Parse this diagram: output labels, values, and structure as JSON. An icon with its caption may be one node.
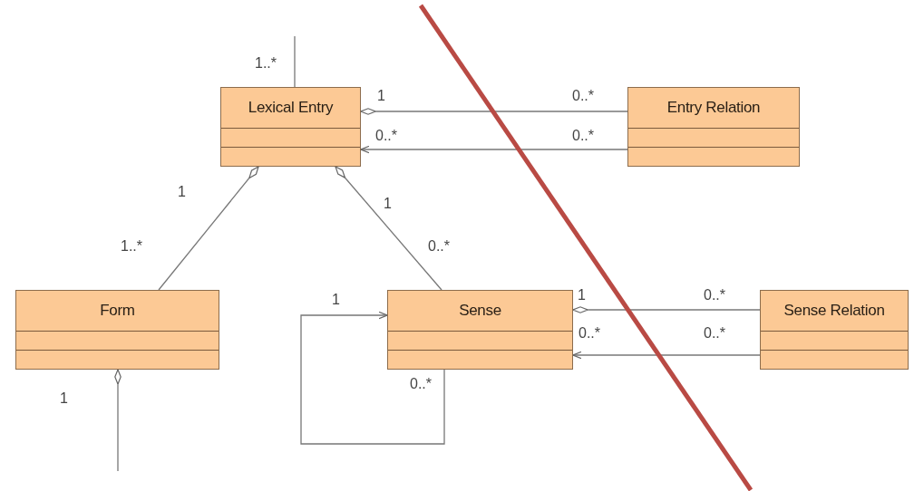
{
  "diagram": {
    "nodes": [
      {
        "text": [
          "Lexical Entry"
        ]
      },
      {
        "text": [
          "Entry Relation"
        ]
      },
      {
        "text": [
          "Form"
        ]
      },
      {
        "text": [
          "Sense"
        ]
      },
      {
        "text": [
          "Sense Relation"
        ]
      }
    ],
    "edges": [
      {
        "from": null,
        "to": 0,
        "arrow": "none"
      },
      {
        "from": 1,
        "to": 0,
        "arrow": "other"
      },
      {
        "from": 1,
        "to": 0,
        "arrow": "to"
      },
      {
        "from": 2,
        "to": 0,
        "arrow": "other"
      },
      {
        "from": 3,
        "to": 0,
        "arrow": "other"
      },
      {
        "from": 3,
        "to": 3,
        "arrow": "to"
      },
      {
        "from": 4,
        "to": 3,
        "arrow": "other"
      },
      {
        "from": 4,
        "to": 3,
        "arrow": "to"
      },
      {
        "from": null,
        "to": 2,
        "arrow": "other"
      }
    ],
    "labels": [
      "1..*",
      "1",
      "0..*",
      "0..*",
      "0..*",
      "1",
      "1",
      "1..*",
      "0..*",
      "1",
      "1",
      "0..*",
      "0..*",
      "0..*",
      "0..*",
      "1"
    ]
  }
}
